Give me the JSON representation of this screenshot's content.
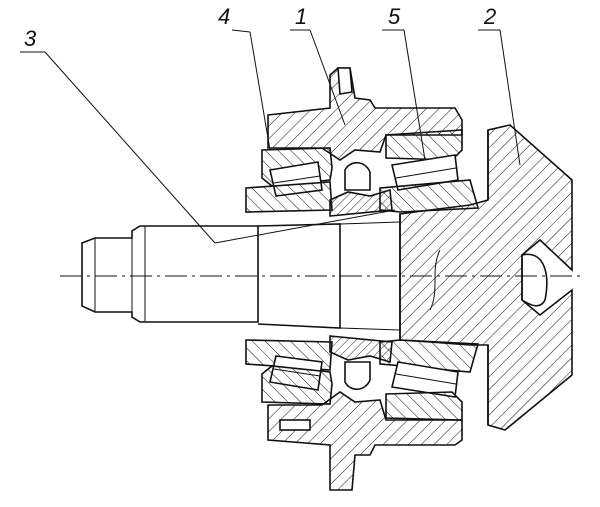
{
  "callouts": [
    {
      "id": "4",
      "text": "4"
    },
    {
      "id": "1",
      "text": "1"
    },
    {
      "id": "5",
      "text": "5"
    },
    {
      "id": "2",
      "text": "2"
    },
    {
      "id": "3",
      "text": "3"
    }
  ],
  "colors": {
    "ink": "#111111",
    "paper": "#ffffff"
  }
}
